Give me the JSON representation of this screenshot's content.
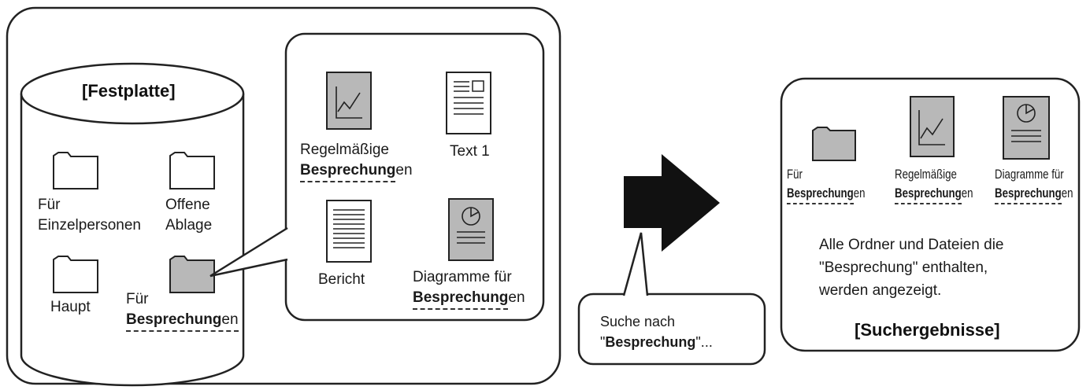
{
  "drive": {
    "title": "[Festplatte]",
    "folders": {
      "individuals": [
        "Für",
        "Einzelpersonen"
      ],
      "open": [
        "Offene",
        "Ablage"
      ],
      "main": "Haupt",
      "meetings_line1": "Für",
      "meetings_keyword": "Besprechung",
      "meetings_suffix": "en"
    }
  },
  "folder_contents": {
    "regular_meetings": {
      "line1": "Regelmäßige",
      "keyword": "Besprechung",
      "suffix": "en"
    },
    "text1": "Text 1",
    "report": "Bericht",
    "charts_for_meetings": {
      "line1": "Diagramme für",
      "keyword": "Besprechung",
      "suffix": "en"
    }
  },
  "search_callout": {
    "line1": "Suche nach",
    "quote_open": "\"",
    "keyword": "Besprechung",
    "quote_close": "\"..."
  },
  "results": {
    "items": [
      {
        "line1": "Für",
        "keyword": "Besprechung",
        "suffix": "en"
      },
      {
        "line1": "Regelmäßige",
        "keyword": "Besprechung",
        "suffix": "en"
      },
      {
        "line1": "Diagramme für",
        "keyword": "Besprechung",
        "suffix": "en"
      }
    ],
    "description": [
      "Alle Ordner und Dateien die",
      "\"Besprechung\" enthalten,",
      "werden angezeigt."
    ],
    "title": "[Suchergebnisse]"
  },
  "colors": {
    "stroke": "#222222",
    "gray_fill": "#b8b8b8",
    "arrow": "#111111"
  }
}
